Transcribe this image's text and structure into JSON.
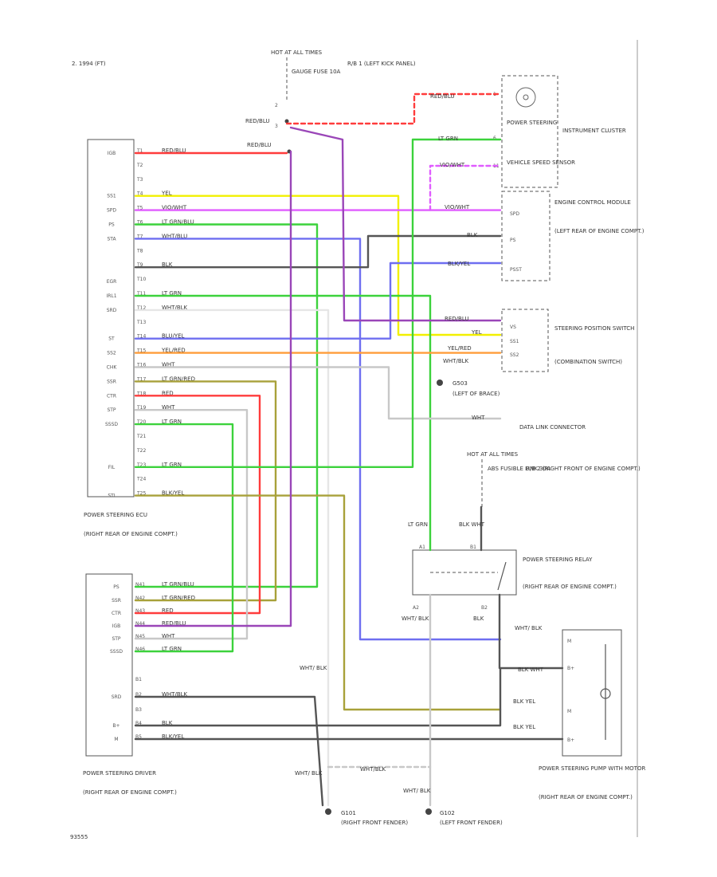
{
  "header": {
    "model_note": "2. 1994 (FT)",
    "figure_number": "93555"
  },
  "colors": {
    "red": "#ff3c3c",
    "yellow": "#f2f000",
    "violet": "#e05cff",
    "green": "#3cd23c",
    "blue": "#6e6ef0",
    "black": "#555555",
    "gray": "#c8c8c8",
    "orange": "#ff9d3a",
    "olive": "#a8a13a",
    "purple": "#9a46b8",
    "white": "#e6e6e6"
  },
  "fuse_block": {
    "title": "HOT AT ALL TIMES",
    "fuse_label": "GAUGE FUSE 10A",
    "location": "R/B 1 (LEFT KICK PANEL)",
    "pin_a": "2",
    "pin_b": "3",
    "wire_a": "RED/BLU",
    "wire_b": "RED/BLU"
  },
  "components": {
    "ecu": {
      "name": "POWER STEERING ECU",
      "location": "(RIGHT REAR OF ENGINE COMPT.)"
    },
    "driver": {
      "name": "POWER STEERING DRIVER",
      "location": "(RIGHT REAR OF ENGINE COMPT.)"
    },
    "cluster": {
      "name": "INSTRUMENT CLUSTER",
      "ps_label": "POWER STEERING",
      "speed_label": "VEHICLE SPEED SENSOR"
    },
    "ecm": {
      "name": "ENGINE CONTROL MODULE",
      "location": "(LEFT REAR OF ENGINE COMPT.)"
    },
    "switch": {
      "name": "STEERING POSITION SWITCH",
      "location": "(COMBINATION SWITCH)"
    },
    "data_link": {
      "name": "DATA LINK CONNECTOR"
    },
    "fusible": {
      "title": "HOT AT ALL TIMES",
      "fuse_label": "ABS FUSIBLE LINK 30A",
      "location": "R/B 2 (RIGHT FRONT OF ENGINE COMPT.)"
    },
    "relay": {
      "name": "POWER STEERING RELAY",
      "location": "(RIGHT REAR OF ENGINE COMPT.)"
    },
    "pump": {
      "name": "POWER STEERING PUMP WITH MOTOR",
      "location": "(RIGHT REAR OF ENGINE COMPT.)"
    },
    "ground_g503": {
      "name": "G503",
      "location": "(LEFT OF BRACE)"
    },
    "ground_g101": {
      "name": "G101",
      "location": "(RIGHT FRONT FENDER)"
    },
    "ground_g102": {
      "name": "G102",
      "location": "(LEFT FRONT FENDER)"
    }
  },
  "ecu_pins": [
    {
      "num": "T1",
      "name": "IGB",
      "wire": "RED/BLU"
    },
    {
      "num": "T2",
      "name": "",
      "wire": ""
    },
    {
      "num": "T3",
      "name": "",
      "wire": ""
    },
    {
      "num": "T4",
      "name": "SS1",
      "wire": "YEL"
    },
    {
      "num": "T5",
      "name": "SPD",
      "wire": "VIO/WHT"
    },
    {
      "num": "T6",
      "name": "PS",
      "wire": "LT GRN/BLU"
    },
    {
      "num": "T7",
      "name": "STA",
      "wire": "WHT/BLU"
    },
    {
      "num": "T8",
      "name": "",
      "wire": ""
    },
    {
      "num": "T9",
      "name": "",
      "wire": "BLK"
    },
    {
      "num": "T10",
      "name": "EGR",
      "wire": ""
    },
    {
      "num": "T11",
      "name": "IRL1",
      "wire": "LT GRN"
    },
    {
      "num": "T12",
      "name": "SRD",
      "wire": "WHT/BLK"
    },
    {
      "num": "T13",
      "name": "",
      "wire": ""
    },
    {
      "num": "T14",
      "name": "ST",
      "wire": "BLU/YEL"
    },
    {
      "num": "T15",
      "name": "SS2",
      "wire": "YEL/RED"
    },
    {
      "num": "T16",
      "name": "CHK",
      "wire": "WHT"
    },
    {
      "num": "T17",
      "name": "SSR",
      "wire": "LT GRN/RED"
    },
    {
      "num": "T18",
      "name": "CTR",
      "wire": "RED"
    },
    {
      "num": "T19",
      "name": "STP",
      "wire": "WHT"
    },
    {
      "num": "T20",
      "name": "SSSD",
      "wire": "LT GRN"
    },
    {
      "num": "T21",
      "name": "",
      "wire": ""
    },
    {
      "num": "T22",
      "name": "",
      "wire": ""
    },
    {
      "num": "T23",
      "name": "FIL",
      "wire": "LT GRN"
    },
    {
      "num": "T24",
      "name": "",
      "wire": ""
    },
    {
      "num": "T25",
      "name": "STI",
      "wire": "BLK/YEL"
    }
  ],
  "driver_pins": [
    {
      "num": "N41",
      "name": "PS",
      "wire": "LT GRN/BLU"
    },
    {
      "num": "N42",
      "name": "SSR",
      "wire": "LT GRN/RED"
    },
    {
      "num": "N43",
      "name": "CTR",
      "wire": "RED"
    },
    {
      "num": "N44",
      "name": "IGB",
      "wire": "RED/BLU"
    },
    {
      "num": "N45",
      "name": "STP",
      "wire": "WHT"
    },
    {
      "num": "N46",
      "name": "SSSD",
      "wire": "LT GRN"
    },
    {
      "num": "B1",
      "name": "",
      "wire": ""
    },
    {
      "num": "B2",
      "name": "SRD",
      "wire": "WHT/BLK"
    },
    {
      "num": "B3",
      "name": "",
      "wire": ""
    },
    {
      "num": "B4",
      "name": "B+",
      "wire": "BLK"
    },
    {
      "num": "B5",
      "name": "M",
      "wire": "BLK/YEL"
    }
  ],
  "wire_labels": {
    "cluster_feed": "RED/BLU",
    "cluster_ps": "LT GRN",
    "cluster_speed": "VIO/WHT",
    "ecm_spd": "VIO/WHT",
    "ecm_ps": "BLK",
    "ecm_psst": "BLK/YEL",
    "sw_feed": "RED/BLU",
    "sw_ss1": "YEL",
    "sw_ss2": "YEL/RED",
    "sw_gnd": "WHT/BLK",
    "dlc": "WHT",
    "relay_in": "LT GRN",
    "relay_batt": "BLK WHT",
    "relay_out_a": "WHT/ BLK",
    "relay_out_b": "BLK",
    "pump_a": "WHT/ BLK",
    "pump_b": "BLK WHT",
    "pump_c": "BLK YEL",
    "pump_d": "BLK YEL",
    "gnd_a": "WHT/ BLK",
    "gnd_b": "WHT/BLK",
    "gnd_c": "WHT/ BLK",
    "gnd_d": "WHT/ BLK"
  },
  "pin_labels": {
    "cluster_1": "1",
    "cluster_2": "6",
    "cluster_3": "11",
    "ecm_spd": "SPD",
    "ecm_ps": "PS",
    "ecm_psst": "PSST",
    "sw_vs": "VS",
    "sw_ss1": "SS1",
    "sw_ss2": "SS2",
    "relay_a": "A1",
    "relay_b": "B1",
    "relay_c": "A2",
    "relay_d": "B2",
    "pump_1": "M",
    "pump_2": "B+",
    "pump_3": "M",
    "pump_4": "B+"
  }
}
